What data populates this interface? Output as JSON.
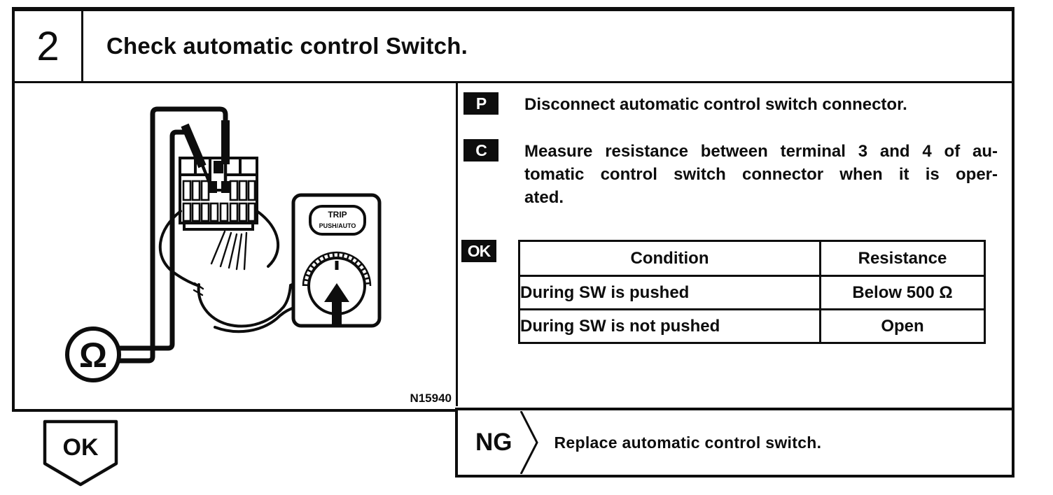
{
  "colors": {
    "ink": "#0d0d0d",
    "paper": "#ffffff"
  },
  "header": {
    "step_number": "2",
    "title": "Check automatic control Switch."
  },
  "diagram": {
    "figure_label": "N15940",
    "ohmmeter_symbol": "Ω",
    "switch_label_line1": "TRIP",
    "switch_label_line2": "PUSH/AUTO"
  },
  "instructions": {
    "p": {
      "badge": "P",
      "text": "Disconnect automatic control switch connector."
    },
    "c": {
      "badge": "C",
      "lines": [
        "Measure resistance between terminal 3 and 4 of au-",
        "tomatic control switch connector when it is oper-",
        "ated."
      ]
    },
    "ok": {
      "badge": "OK"
    }
  },
  "table": {
    "headers": [
      "Condition",
      "Resistance"
    ],
    "rows": [
      [
        "During SW is pushed",
        "Below 500 Ω"
      ],
      [
        "During SW is not pushed",
        "Open"
      ]
    ]
  },
  "flow": {
    "ok_label": "OK",
    "ng_label": "NG",
    "ng_action": "Replace automatic control switch."
  }
}
